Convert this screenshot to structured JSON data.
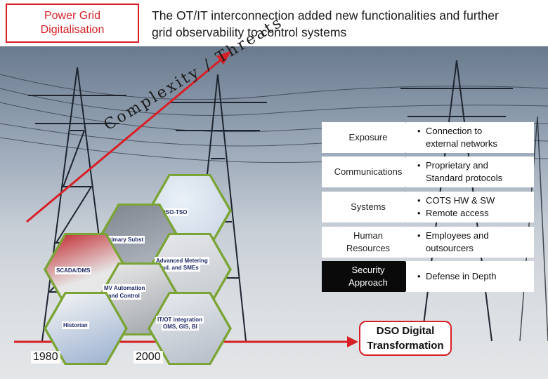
{
  "header": {
    "tag_line1": "Power Grid",
    "tag_line2": "Digitalisation",
    "headline_line1": "The OT/IT interconnection added new functionalities and further",
    "headline_line2": "grid observability to control systems"
  },
  "arrow_text": "Complexity / Threats",
  "hexagons": {
    "dso_tso": "DSO-TSO",
    "primary_subst": "Primary Subst",
    "advanced_metering_1": "Advanced Metering",
    "advanced_metering_2": "Ind. and SMEs",
    "scada_dms": "SCADA/DMS",
    "mv_automation_1": "MV Automation",
    "mv_automation_2": "and Control",
    "historian": "Historian",
    "itot_1": "IT/OT integration",
    "itot_2": "OMS, GIS, BI"
  },
  "table": [
    {
      "label": "Exposure",
      "style": "white",
      "lines": [
        "Connection to",
        "external networks"
      ]
    },
    {
      "label": "Communications",
      "style": "white",
      "lines": [
        "Proprietary and",
        "Standard protocols"
      ]
    },
    {
      "label": "Systems",
      "style": "white",
      "bullets": [
        "COTS HW & SW",
        "Remote access"
      ]
    },
    {
      "label_lines": [
        "Human",
        "Resources"
      ],
      "style": "white",
      "lines": [
        "Employees and",
        "outsourcers"
      ]
    },
    {
      "label_lines": [
        "Security",
        "Approach"
      ],
      "style": "black",
      "bullets": [
        "Defense in Depth"
      ]
    }
  ],
  "dso_box": {
    "line1": "DSO Digital",
    "line2": "Transformation"
  },
  "timeline": {
    "start": "1980",
    "mid": "2000"
  },
  "colors": {
    "accent_red": "#d81f26",
    "hex_green": "#7ba436"
  }
}
